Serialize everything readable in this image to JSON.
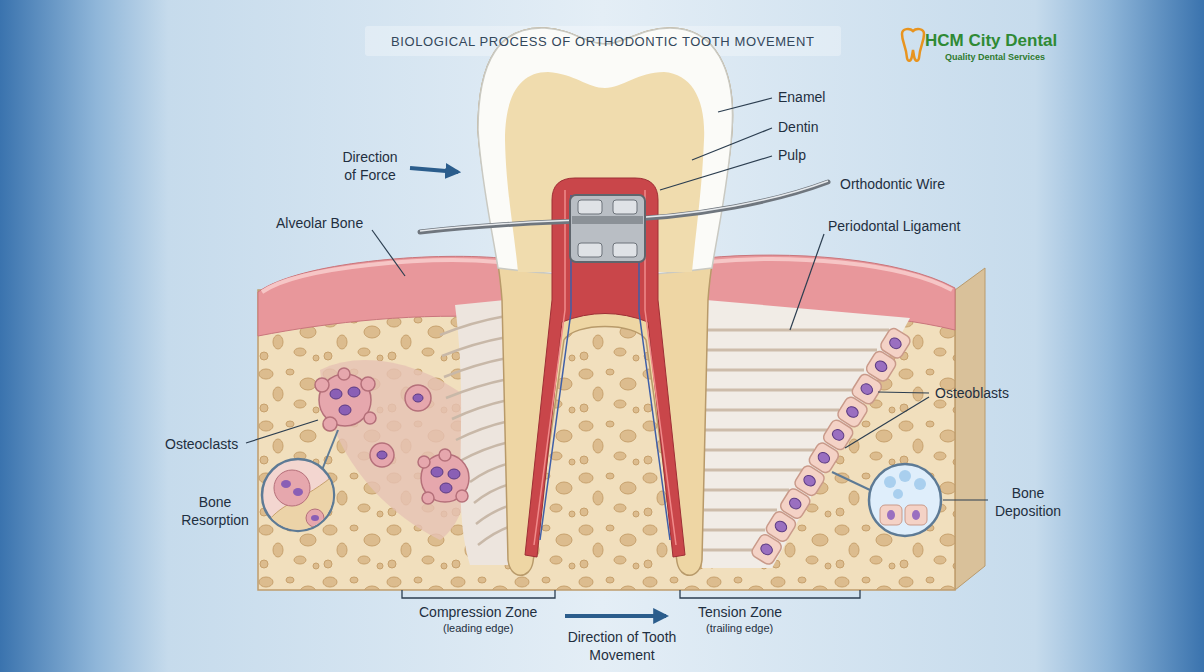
{
  "diagram": {
    "title": "BIOLOGICAL PROCESS OF ORTHODONTIC TOOTH MOVEMENT",
    "labels": [
      "Enamel",
      "Dentin",
      "Pulp",
      "Orthodontic Wire",
      "Periodontal Ligament",
      "Direction of Force",
      "Alveolar Bone",
      "Osteoclasts",
      "Bone Resorption",
      "Osteoblasts",
      "Bone Deposition",
      "Compression Zone",
      "(leading edge)",
      "Tension Zone",
      "(trailing edge)",
      "Direction of Tooth Movement",
      "HCM City Dental",
      "Quality Dental Services"
    ]
  }
}
